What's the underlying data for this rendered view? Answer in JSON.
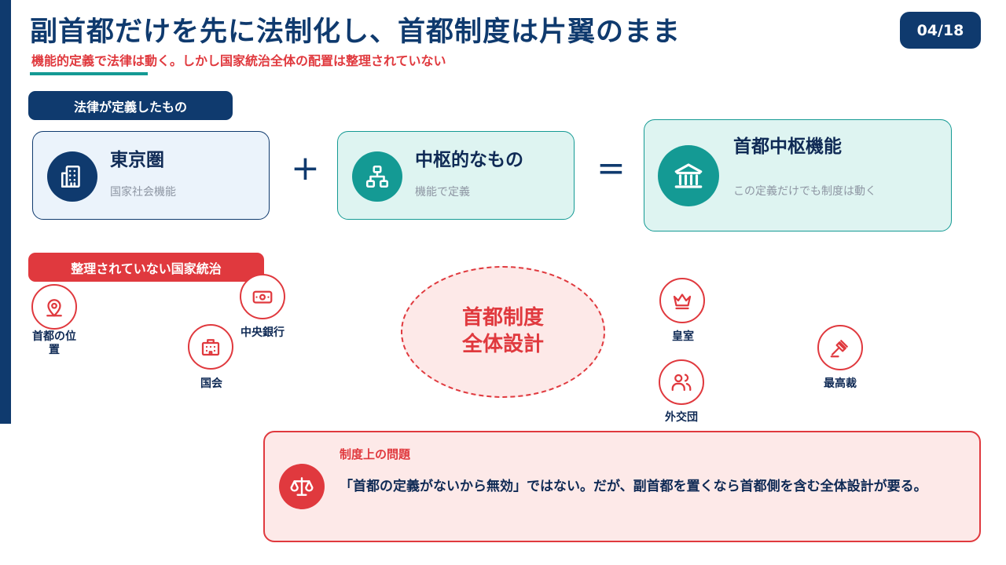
{
  "header": {
    "title": "副首都だけを先に法制化し、首都制度は片翼のまま",
    "subtitle": "機能的定義で法律は動く。しかし国家統治全体の配置は整理されていない",
    "page_number": "04/18"
  },
  "defined_section": {
    "label": "法律が定義したもの",
    "cards": [
      {
        "title": "東京圏",
        "description": "国家社会機能",
        "icon": "building-icon"
      },
      {
        "title": "中枢的なもの",
        "description": "機能で定義",
        "icon": "org-chart-icon"
      },
      {
        "title": "首都中枢機能",
        "description": "この定義だけでも制度は動く",
        "icon": "government-building-icon"
      }
    ],
    "operators": {
      "plus": "+",
      "equals": "="
    }
  },
  "undefined_section": {
    "label": "整理されていない国家統治",
    "center": {
      "line1": "首都制度",
      "line2": "全体設計"
    },
    "items": [
      {
        "label": "首都の位\n置",
        "icon": "map-pin-icon"
      },
      {
        "label": "中央銀行",
        "icon": "banknote-icon"
      },
      {
        "label": "国会",
        "icon": "parliament-icon"
      },
      {
        "label": "皇室",
        "icon": "crown-icon"
      },
      {
        "label": "外交団",
        "icon": "people-icon"
      },
      {
        "label": "最高裁",
        "icon": "gavel-icon"
      }
    ]
  },
  "issue": {
    "title": "制度上の問題",
    "body": "「首都の定義がないから無効」ではない。だが、副首都を置くなら首都側を含む全体設計が要る。",
    "icon": "scales-icon"
  },
  "colors": {
    "navy": "#0f3a6e",
    "teal": "#149a94",
    "red": "#e0393e",
    "light_blue": "#ebf3fb",
    "light_teal": "#def4f1",
    "light_red": "#fde9e8"
  }
}
